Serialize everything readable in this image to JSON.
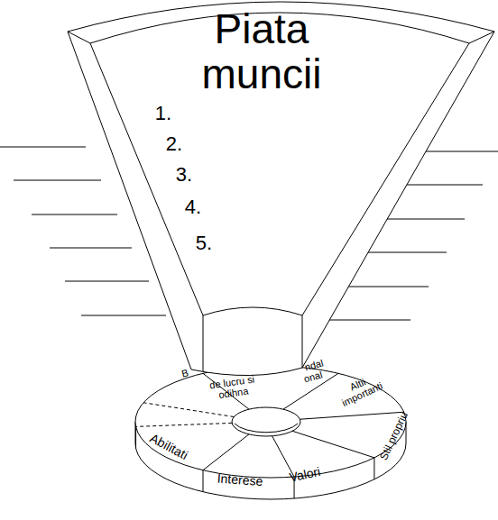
{
  "diagram": {
    "nodes": [
      {
        "text": [
          "Piata muncii"
        ]
      }
    ],
    "labels": [
      "1.",
      "2.",
      "3.",
      "4.",
      "5.",
      "B",
      "de lucru si odihna",
      "ndal",
      "onal",
      "Altii importanti",
      "Stil propriu",
      "Valori",
      "Interese",
      "Abilitati"
    ]
  }
}
